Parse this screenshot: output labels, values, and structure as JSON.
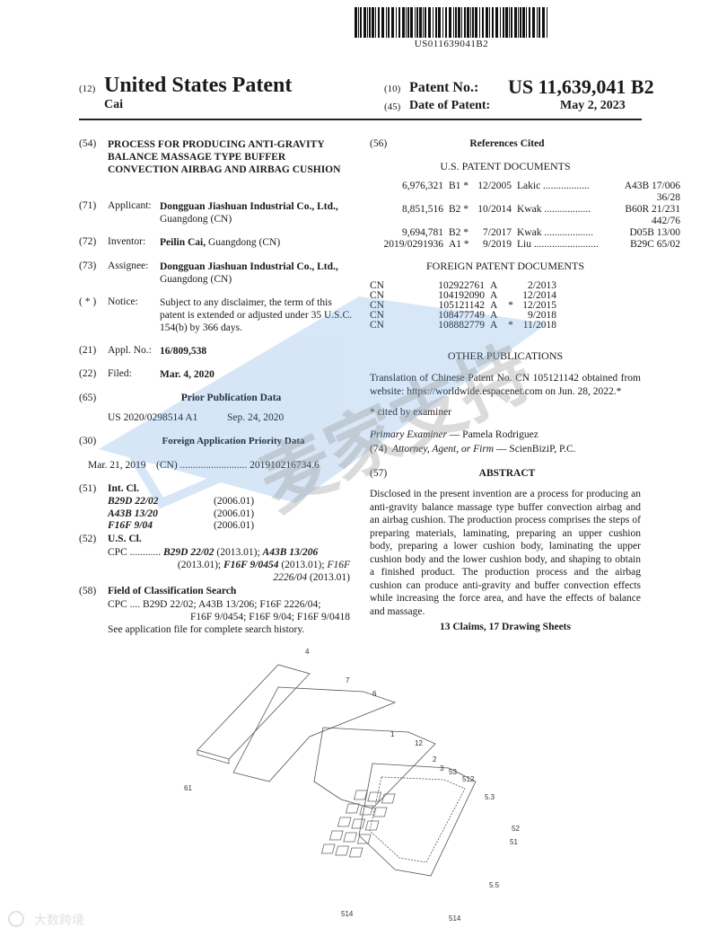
{
  "header": {
    "barcode_number": "US011639041B2",
    "code12": "(12)",
    "title": "United States Patent",
    "inventor_short": "Cai",
    "code10": "(10)",
    "patent_no_label": "Patent No.:",
    "patent_no": "US 11,639,041 B2",
    "code45": "(45)",
    "date_label": "Date of Patent:",
    "date": "May 2, 2023"
  },
  "left": {
    "f54": {
      "code": "(54)",
      "text": "PROCESS FOR PRODUCING ANTI-GRAVITY BALANCE MASSAGE TYPE BUFFER CONVECTION AIRBAG AND AIRBAG CUSHION"
    },
    "f71": {
      "code": "(71)",
      "label": "Applicant:",
      "bold": "Dongguan Jiashuan Industrial Co., Ltd.,",
      "rest": " Guangdong (CN)"
    },
    "f72": {
      "code": "(72)",
      "label": "Inventor:",
      "bold": "Peilin Cai,",
      "rest": " Guangdong (CN)"
    },
    "f73": {
      "code": "(73)",
      "label": "Assignee:",
      "bold": "Dongguan Jiashuan Industrial Co., Ltd.,",
      "rest": " Guangdong (CN)"
    },
    "notice": {
      "code": "( * )",
      "label": "Notice:",
      "text": "Subject to any disclaimer, the term of this patent is extended or adjusted under 35 U.S.C. 154(b) by 366 days."
    },
    "f21": {
      "code": "(21)",
      "label": "Appl. No.:",
      "value": "16/809,538"
    },
    "f22": {
      "code": "(22)",
      "label": "Filed:",
      "value": "Mar. 4, 2020"
    },
    "f65": {
      "code": "(65)",
      "heading": "Prior Publication Data",
      "pub": "US 2020/0298514 A1",
      "date": "Sep. 24, 2020"
    },
    "f30": {
      "code": "(30)",
      "heading": "Foreign Application Priority Data",
      "date": "Mar. 21, 2019",
      "country": "(CN)",
      "dots": "..........................",
      "number": "201910216734.6"
    },
    "f51": {
      "code": "(51)",
      "heading": "Int. Cl.",
      "items": [
        {
          "cls": "B29D 22/02",
          "ver": "(2006.01)"
        },
        {
          "cls": "A43B 13/20",
          "ver": "(2006.01)"
        },
        {
          "cls": "F16F 9/04",
          "ver": "(2006.01)"
        }
      ]
    },
    "f52": {
      "code": "(52)",
      "heading": "U.S. Cl.",
      "cpc": "CPC ............",
      "c1": "B29D 22/02",
      "v1": " (2013.01); ",
      "c2": "A43B 13/206",
      "v2": "(2013.01); ",
      "c3": "F16F 9/0454",
      "v3": " (2013.01); ",
      "c4a": "F16F",
      "c4b": "2226/04",
      "v4": " (2013.01)"
    },
    "f58": {
      "code": "(58)",
      "heading": "Field of Classification Search",
      "line1": "CPC .... B29D 22/02; A43B 13/206; F16F 2226/04;",
      "line2": "F16F 9/0454; F16F 9/04; F16F 9/0418",
      "line3": "See application file for complete search history."
    }
  },
  "right": {
    "f56": {
      "code": "(56)",
      "heading": "References Cited"
    },
    "us_heading": "U.S. PATENT DOCUMENTS",
    "us_docs": [
      {
        "no": "6,976,321",
        "kind": "B1 *",
        "date": "12/2005",
        "name": "Lakic",
        "dots": "..................",
        "cls": "A43B 17/006",
        "sub": "36/28"
      },
      {
        "no": "8,851,516",
        "kind": "B2 *",
        "date": "10/2014",
        "name": "Kwak",
        "dots": "..................",
        "cls": "B60R 21/231",
        "sub": "442/76"
      },
      {
        "no": "9,694,781",
        "kind": "B2 *",
        "date": "7/2017",
        "name": "Kwak",
        "dots": "...................",
        "cls": "D05B 13/00",
        "sub": ""
      },
      {
        "no": "2019/0291936",
        "kind": "A1 *",
        "date": "9/2019",
        "name": "Liu",
        "dots": ".........................",
        "cls": "B29C 65/02",
        "sub": ""
      }
    ],
    "foreign_heading": "FOREIGN PATENT DOCUMENTS",
    "foreign_docs": [
      {
        "c": "CN",
        "no": "102922761",
        "kind": "A",
        "star": "",
        "date": "2/2013"
      },
      {
        "c": "CN",
        "no": "104192090",
        "kind": "A",
        "star": "",
        "date": "12/2014"
      },
      {
        "c": "CN",
        "no": "105121142",
        "kind": "A",
        "star": "*",
        "date": "12/2015"
      },
      {
        "c": "CN",
        "no": "108477749",
        "kind": "A",
        "star": "",
        "date": "9/2018"
      },
      {
        "c": "CN",
        "no": "108882779",
        "kind": "A",
        "star": "*",
        "date": "11/2018"
      }
    ],
    "other_heading": "OTHER PUBLICATIONS",
    "other_text": "Translation of Chinese Patent No. CN 105121142 obtained from website: https://worldwide.espacenet.com on Jun. 28, 2022.*",
    "cited_note": "* cited by examiner",
    "examiner_label": "Primary Examiner",
    "examiner": " — Pamela Rodriguez",
    "f74_code": "(74)",
    "attorney_label": "Attorney, Agent, or Firm",
    "attorney": " — ScienBiziP, P.C.",
    "f57": {
      "code": "(57)",
      "heading": "ABSTRACT"
    },
    "abstract": "Disclosed in the present invention are a process for producing an anti-gravity balance massage type buffer convection airbag and an airbag cushion. The production process comprises the steps of preparing materials, laminating, preparing an upper cushion body, preparing a lower cushion body, laminating the upper cushion body and the lower cushion body, and shaping to obtain a finished product. The production process and the airbag cushion can produce anti-gravity and buffer convection effects while increasing the force area, and have the effects of balance and massage.",
    "claims": "13 Claims, 17 Drawing Sheets"
  },
  "drawing": {
    "labels": [
      "4",
      "7",
      "6",
      "1",
      "12",
      "2",
      "3",
      "53",
      "512",
      "5.3",
      "52",
      "51",
      "61",
      "5.5",
      "514",
      "514"
    ]
  },
  "watermark": {
    "text": "麦家支持",
    "footer_logo": "大数跨境",
    "color": "#4a90d9"
  }
}
